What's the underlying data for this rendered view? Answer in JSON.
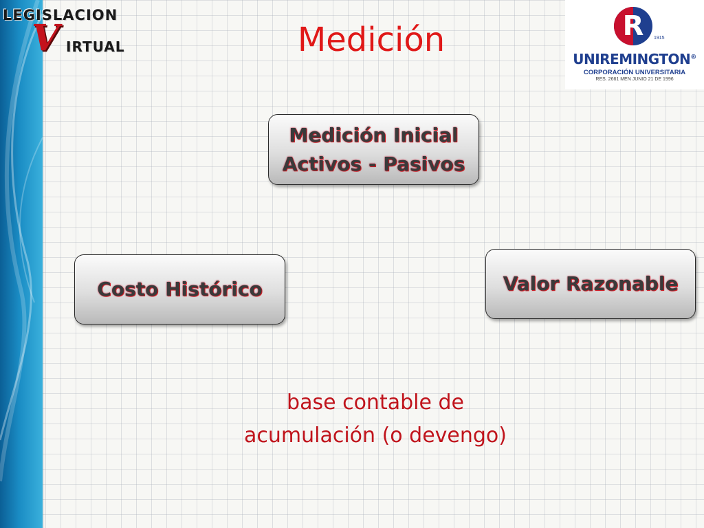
{
  "logo_legislacion": {
    "line1": "LEGISLACION",
    "v": "V",
    "line2": "IRTUAL"
  },
  "title": "Medición",
  "logo_uniremington": {
    "letter": "R",
    "year": "1915",
    "name": "UNIREMINGTON",
    "registered": "®",
    "subtitle": "CORPORACIÓN UNIVERSITARIA",
    "resolution": "RES. 2661 MEN JUNIO 21 DE 1996"
  },
  "diagram": {
    "top_box": {
      "line1": "Medición Inicial",
      "line2": "Activos - Pasivos"
    },
    "left_box": {
      "label": "Costo Histórico"
    },
    "right_box": {
      "label": "Valor Razonable"
    }
  },
  "footer": {
    "line1": "base contable de",
    "line2": "acumulación (o devengo)"
  },
  "colors": {
    "title": "#e01818",
    "footer": "#c0141c",
    "strip": "#1a8cc4",
    "brand_blue": "#1f3f8f",
    "brand_red": "#c8102e"
  }
}
